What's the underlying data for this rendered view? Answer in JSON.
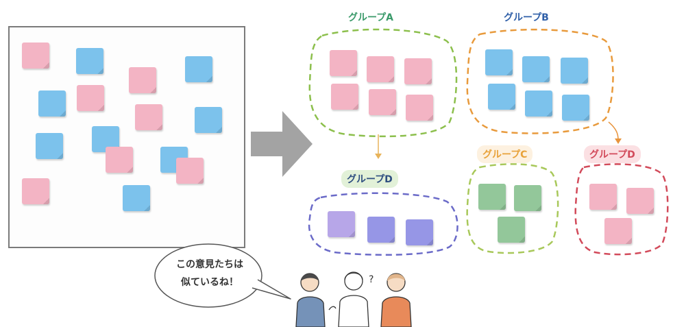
{
  "groups": {
    "a": {
      "label": "グループA",
      "color": "#3a9a6a"
    },
    "b": {
      "label": "グループB",
      "color": "#2f5fa8"
    },
    "c": {
      "label": "グループC",
      "color": "#e8a23a"
    },
    "d_top": {
      "label": "グループD",
      "color": "#d24a5a"
    },
    "d_left": {
      "label": "グループD",
      "color": "#2f4f80"
    }
  },
  "speech": {
    "line1": "この意見たちは",
    "line2": "似ているね！"
  },
  "colors": {
    "pink": "#f3b4c4",
    "blue": "#7cc2ec",
    "green": "#93c79a",
    "purple": "#b7a6e8",
    "arrow": "#a3a3a3"
  },
  "icons": [
    "right-arrow-icon",
    "thinking-person-icon",
    "question-mark-icon",
    "speech-bubble-icon"
  ]
}
